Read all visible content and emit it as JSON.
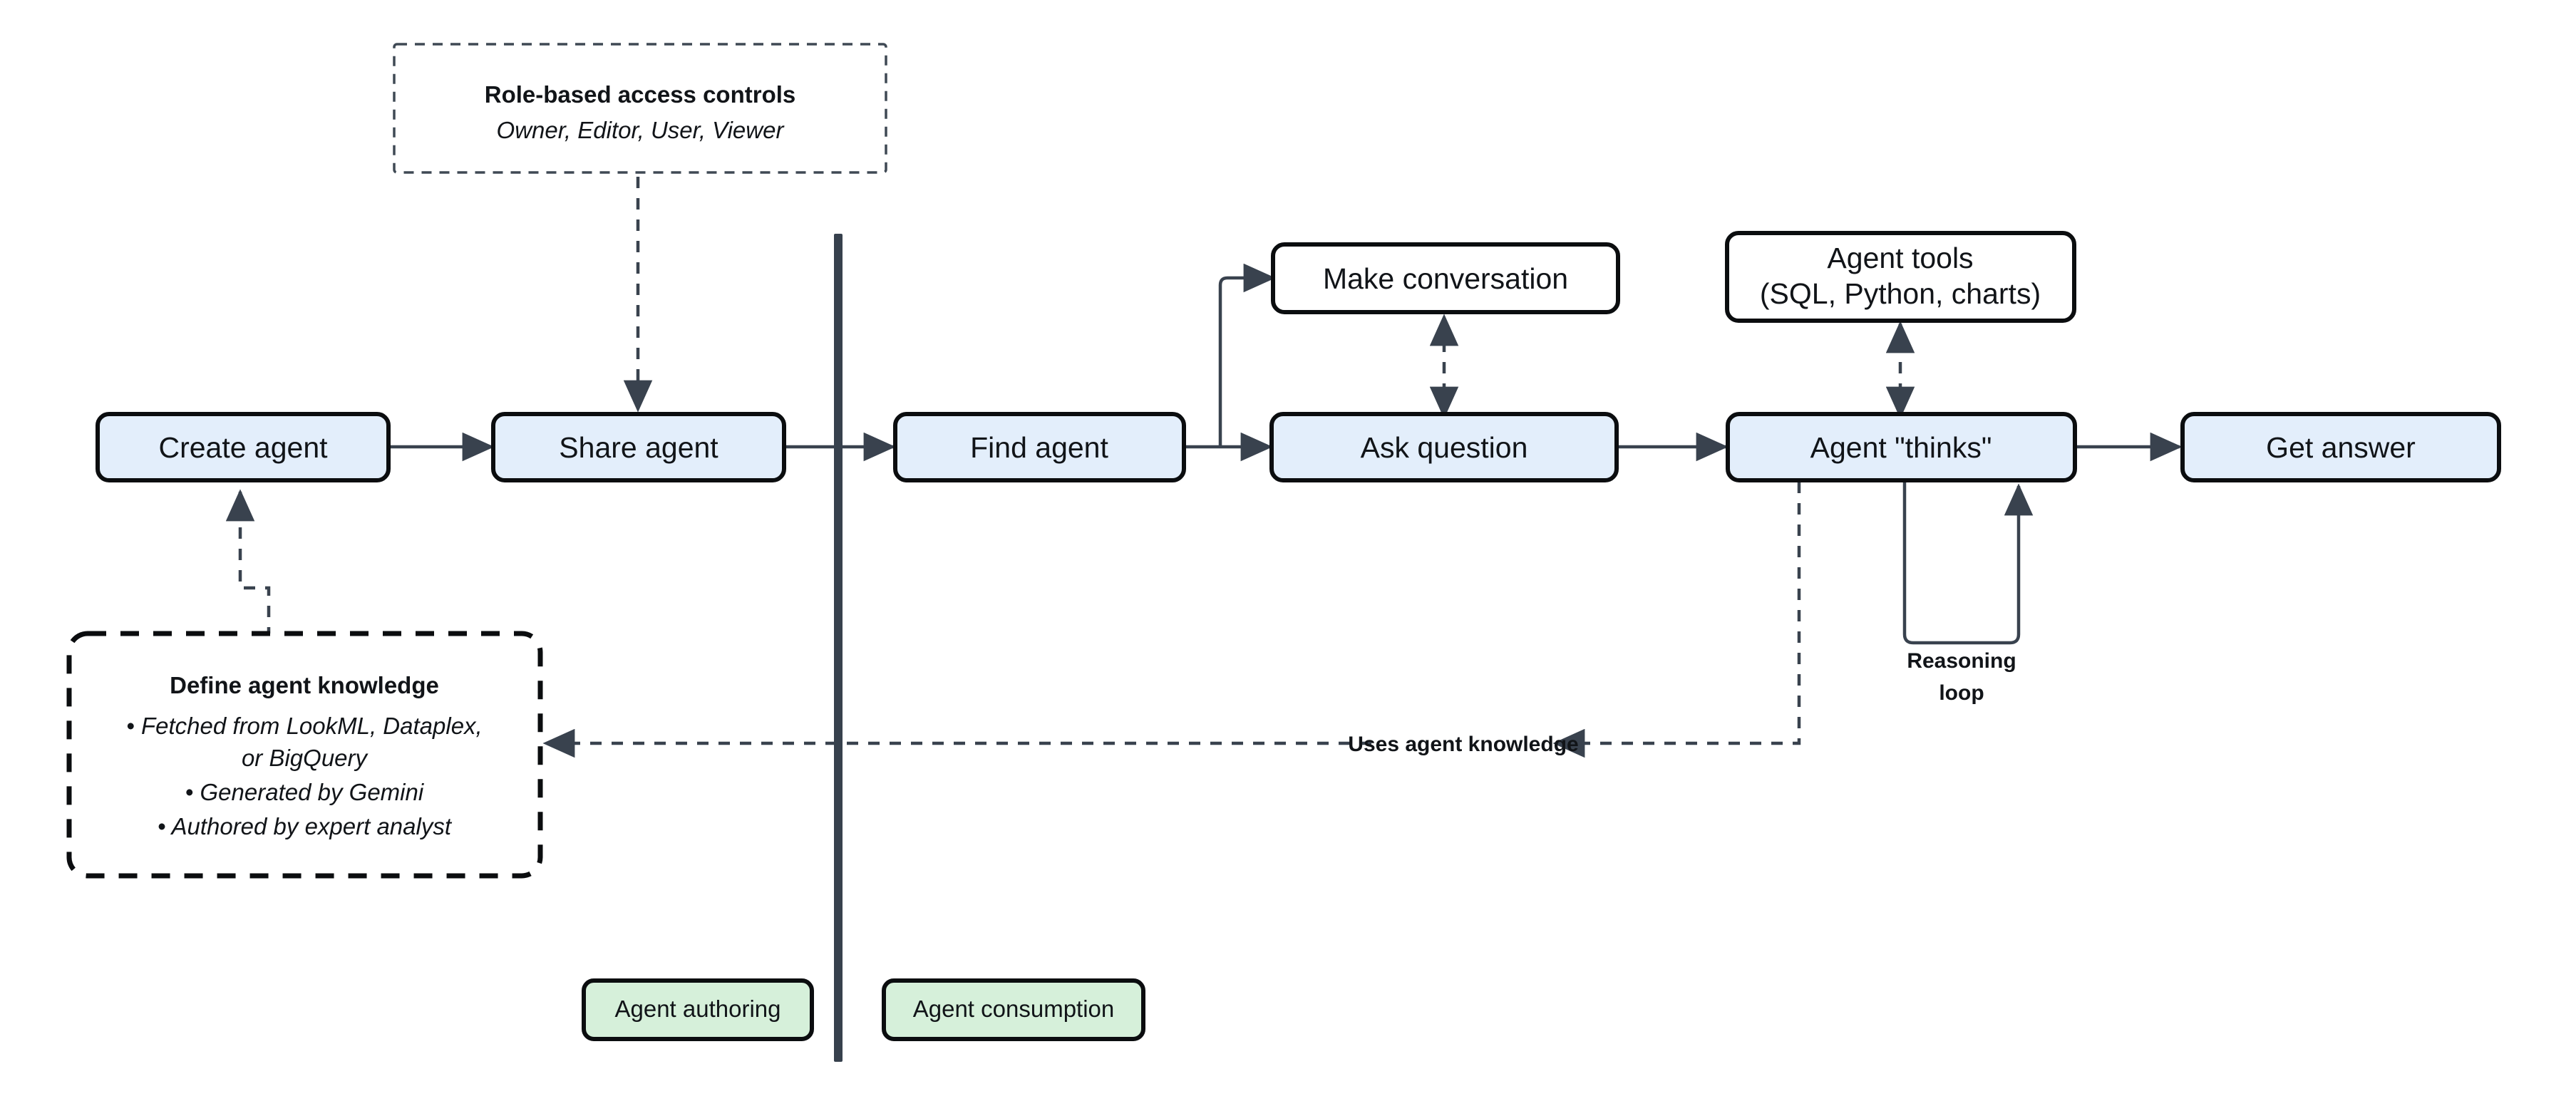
{
  "diagram": {
    "title": "Agent authoring and consumption flow",
    "colors": {
      "process_fill": "#e3eefb",
      "plain_fill": "#ffffff",
      "legend_fill": "#d6f0da",
      "border": "#0b0d0f",
      "connector": "#39424e",
      "divider": "#37414d"
    },
    "divider": {
      "label": "phase-divider"
    },
    "nodes": {
      "create_agent": "Create agent",
      "share_agent": "Share agent",
      "find_agent": "Find agent",
      "make_conversation": "Make conversation",
      "ask_question": "Ask question",
      "agent_thinks": "Agent \"thinks\"",
      "get_answer": "Get answer",
      "agent_tools_line1": "Agent tools",
      "agent_tools_line2": "(SQL, Python, charts)"
    },
    "notes": {
      "rbac": {
        "title": "Role-based access controls",
        "subtitle": "Owner, Editor, User, Viewer"
      },
      "knowledge": {
        "title": "Define agent knowledge",
        "bullets": [
          "• Fetched from LookML, Dataplex,",
          "or BigQuery",
          "• Generated by Gemini",
          "• Authored by expert analyst"
        ]
      }
    },
    "edge_labels": {
      "uses_agent_knowledge": "Uses agent knowledge",
      "reasoning_loop_line1": "Reasoning",
      "reasoning_loop_line2": "loop"
    },
    "legend": {
      "authoring": "Agent authoring",
      "consumption": "Agent consumption"
    }
  }
}
